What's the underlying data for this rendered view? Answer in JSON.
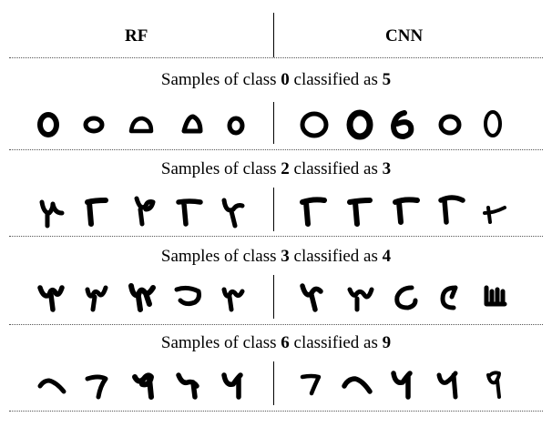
{
  "header": {
    "left": "RF",
    "right": "CNN"
  },
  "sections": [
    {
      "prefix": "Samples of class ",
      "cls": "0",
      "middle": " classified as ",
      "pred": "5"
    },
    {
      "prefix": "Samples of class ",
      "cls": "2",
      "middle": " classified as ",
      "pred": "3"
    },
    {
      "prefix": "Samples of class ",
      "cls": "3",
      "middle": " classified as ",
      "pred": "4"
    },
    {
      "prefix": "Samples of class ",
      "cls": "6",
      "middle": " classified as ",
      "pred": "9"
    }
  ]
}
